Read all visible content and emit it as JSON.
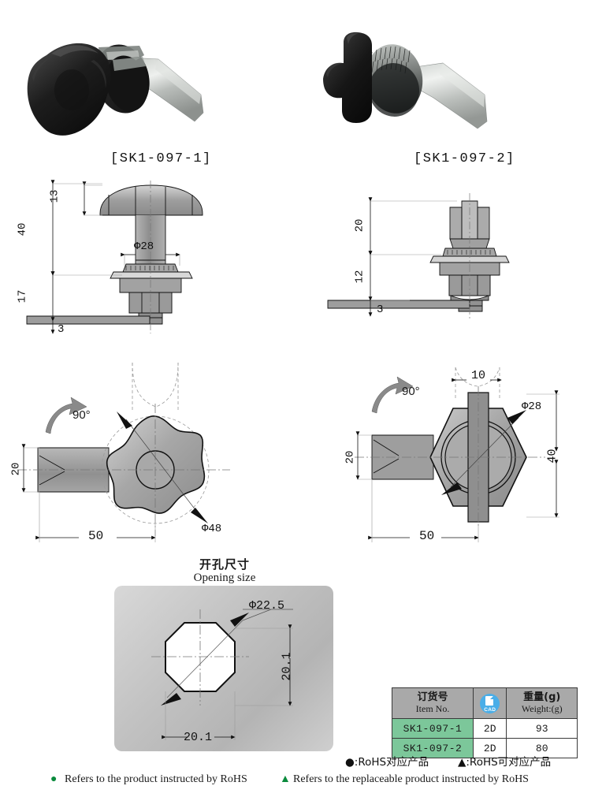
{
  "products": [
    {
      "code": "[SK1-097-1]",
      "photo_name": "product-photo-sk1-097-1"
    },
    {
      "code": "[SK1-097-2]",
      "photo_name": "product-photo-sk1-097-2"
    }
  ],
  "drawings": {
    "left_side_view": {
      "name": "side-view-sk1-097-1",
      "dims": {
        "d13": "13",
        "d40": "40",
        "d17": "17",
        "d3": "3",
        "dia28": "Φ28"
      }
    },
    "right_side_view": {
      "name": "side-view-sk1-097-2",
      "dims": {
        "d20": "20",
        "d12": "12",
        "d3": "3"
      }
    },
    "left_plan_view": {
      "name": "plan-view-sk1-097-1",
      "dims": {
        "rotation": "90°",
        "d20": "20",
        "d50": "50",
        "dia48": "Φ48"
      }
    },
    "right_plan_view": {
      "name": "plan-view-sk1-097-2",
      "dims": {
        "rotation": "90°",
        "d10": "10",
        "dia28": "Φ28",
        "d40": "40",
        "d20": "20",
        "d50": "50"
      }
    },
    "opening": {
      "title_cn": "开孔尺寸",
      "title_en": "Opening size",
      "dims": {
        "dia225": "Φ22.5",
        "width": "20.1",
        "height": "20.1"
      }
    }
  },
  "spec_table": {
    "headers": {
      "item_cn": "订货号",
      "item_en": "Item No.",
      "cad": "CAD",
      "weight_cn": "重量(g)",
      "weight_en": "Weight:(g)"
    },
    "rows": [
      {
        "item": "SK1-097-1",
        "cad": "2D",
        "weight": "93"
      },
      {
        "item": "SK1-097-2",
        "cad": "2D",
        "weight": "80"
      }
    ]
  },
  "footer": {
    "cn_dot": "●:RoHS对应产品",
    "cn_tri": "▲:RoHS可对应产品",
    "en_dot": "Refers to the product instructed by RoHS",
    "en_tri": "Refers to the replaceable product instructed by RoHS",
    "dot_symbol": "●",
    "tri_symbol": "▲"
  },
  "colors": {
    "green": "#0a8a3c",
    "table_item_bg": "#7cc79a",
    "table_header_bg": "#a9a9a9",
    "cad_blue": "#4aaee8"
  }
}
